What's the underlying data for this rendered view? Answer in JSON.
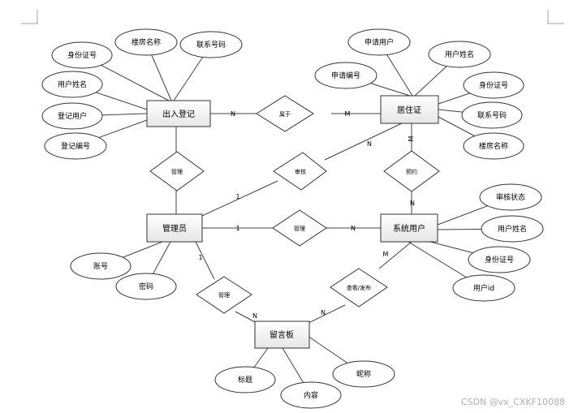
{
  "entities": {
    "chuRuDengJi": "出入登记",
    "juZhuZheng": "居住证",
    "guanLiYuan": "管理员",
    "xiTongYongHu": "系统用户",
    "liuYanBan": "留言板"
  },
  "relationships": {
    "shuYu": "属于",
    "guanLi1": "管理",
    "shenHe": "审核",
    "yuYue": "预约",
    "guanLi2": "管理",
    "guanLi3": "管理",
    "chaKanFaBu": "查看/发布"
  },
  "attributes": {
    "shenFenZheng1": "身份证号",
    "louFangMingCheng1": "楼房名称",
    "lianXiHaoMa1": "联系号码",
    "yongHuXingMing1": "用户姓名",
    "dengJiYongHu": "登记用户",
    "dengJiBianHao": "登记编号",
    "shenQingYongHu": "申请用户",
    "yongHuXingMing2": "用户姓名",
    "shenQingBianHao": "申请编号",
    "shenFenZheng2": "身份证号",
    "lianXiHaoMa2": "联系号码",
    "louFangMingCheng2": "楼房名称",
    "shenHeZhuangTai": "审核状态",
    "yongHuXingMing3": "用户姓名",
    "shenFenZheng3": "身份证号",
    "yongHuId": "用户id",
    "zhangHao": "账号",
    "miMa": "密码",
    "biaoTi": "标题",
    "neiRong": "内容",
    "niCheng": "昵称"
  },
  "cardinalities": {
    "c1": "N",
    "c2": "M",
    "c3": "M",
    "c4": "N",
    "c5": "N",
    "c6": "1",
    "c7": "1",
    "c8": "N",
    "c9": "M",
    "c10": "N",
    "c11": "1",
    "c12": "N"
  },
  "watermark": "CSDN @vx_CXKF10088"
}
